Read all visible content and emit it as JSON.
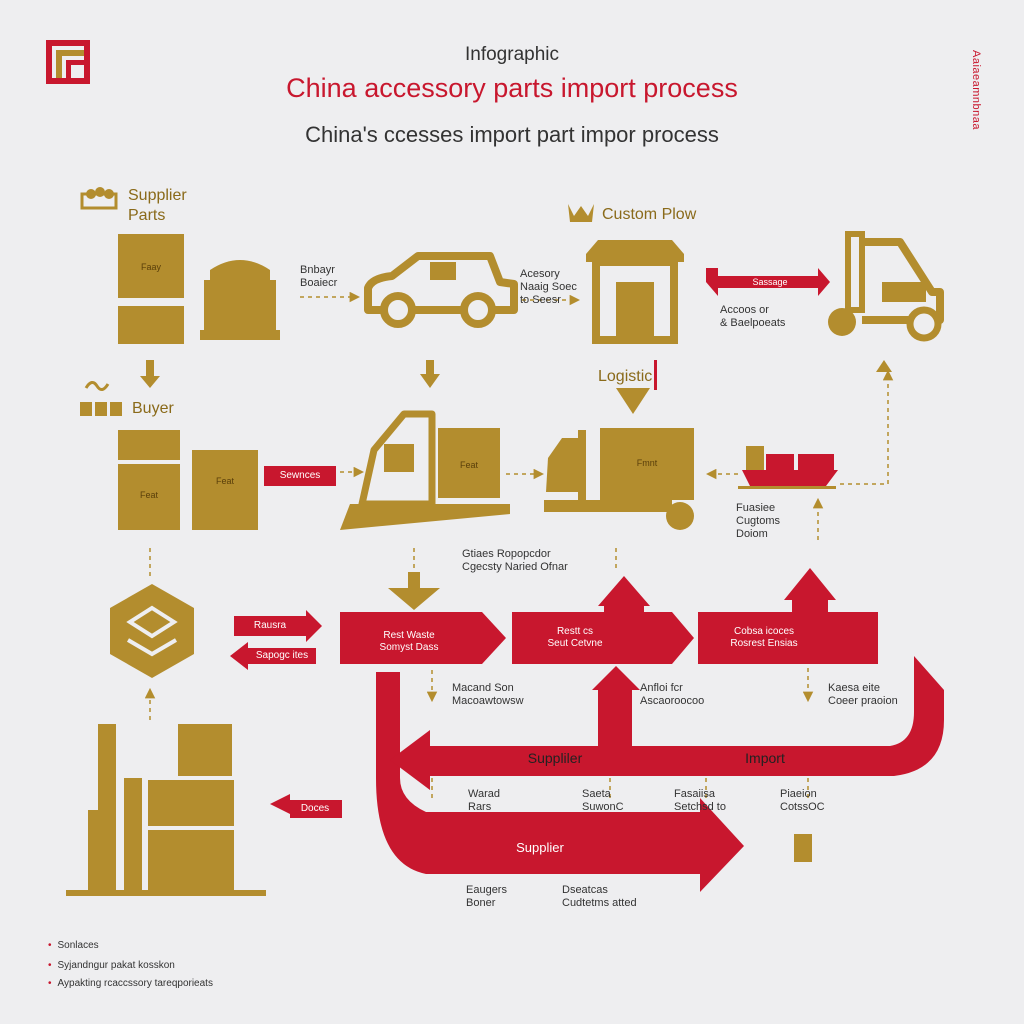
{
  "header": {
    "kicker": "Infographic",
    "title": "China accessory parts import process",
    "subtitle": "China's ccesses import part impor process",
    "side_text": "Aaiaeamnbnaa"
  },
  "sections": {
    "supplier_parts": "Supplier\nParts",
    "custom_flow": "Custom Plow",
    "buyer": "Buyer",
    "logistic": "Logistic"
  },
  "boxes": {
    "supplier_box": "Faay",
    "buyer_box1": "Feat",
    "buyer_box2": "Feat",
    "truck_box": "Feat",
    "trailer_box": "Fmnt"
  },
  "notes": {
    "n1": "Bnbayr\nBoaiecr",
    "n2": "Acesory\nNaaig Soec\nto Seesr",
    "n3": "Accoos or\n& Baelpoeats",
    "n4": "Fuasiee\nCugtoms\nDoiom",
    "n5": "Gtiaes Ropopcdor\nCgecsty Naried Ofnar",
    "n6": "Macand Son\nMacoawtowsw",
    "n7": "Anfloi fcr\nAscaoroocoo",
    "n8": "Kaesa eite\nCoeer praoion",
    "n9": "Warad\nRars",
    "n10": "Saeta\nSuwonC",
    "n11": "Fasaiisa\nSetchsd to",
    "n12": "Piaeion\nCotssOC",
    "n13": "Eaugers\nBoner",
    "n14": "Dseatcas\nCudtetms atted"
  },
  "red_labels": {
    "sassage": "Sassage",
    "sewnces": "Sewnces",
    "rausra": "Rausra",
    "sapogc": "Sapogc ites",
    "rest_w": "Rest Waste\nSomyst Dass",
    "rest_x": "Restt cs\nSeut Cetvne",
    "cobsa": "Cobsa icoces\nRosrest Ensias",
    "docs": "Doces",
    "supplier_mid": "Suppliler",
    "import": "Import",
    "supplier_low": "Supplier"
  },
  "legend": [
    "Sonlaces",
    "Syjandngur pakat kosskon",
    "Aypakting rcaccssory tareqporieats"
  ],
  "colors": {
    "gold": "#b38d2e",
    "red": "#c8172e",
    "background": "#eeeef0"
  }
}
